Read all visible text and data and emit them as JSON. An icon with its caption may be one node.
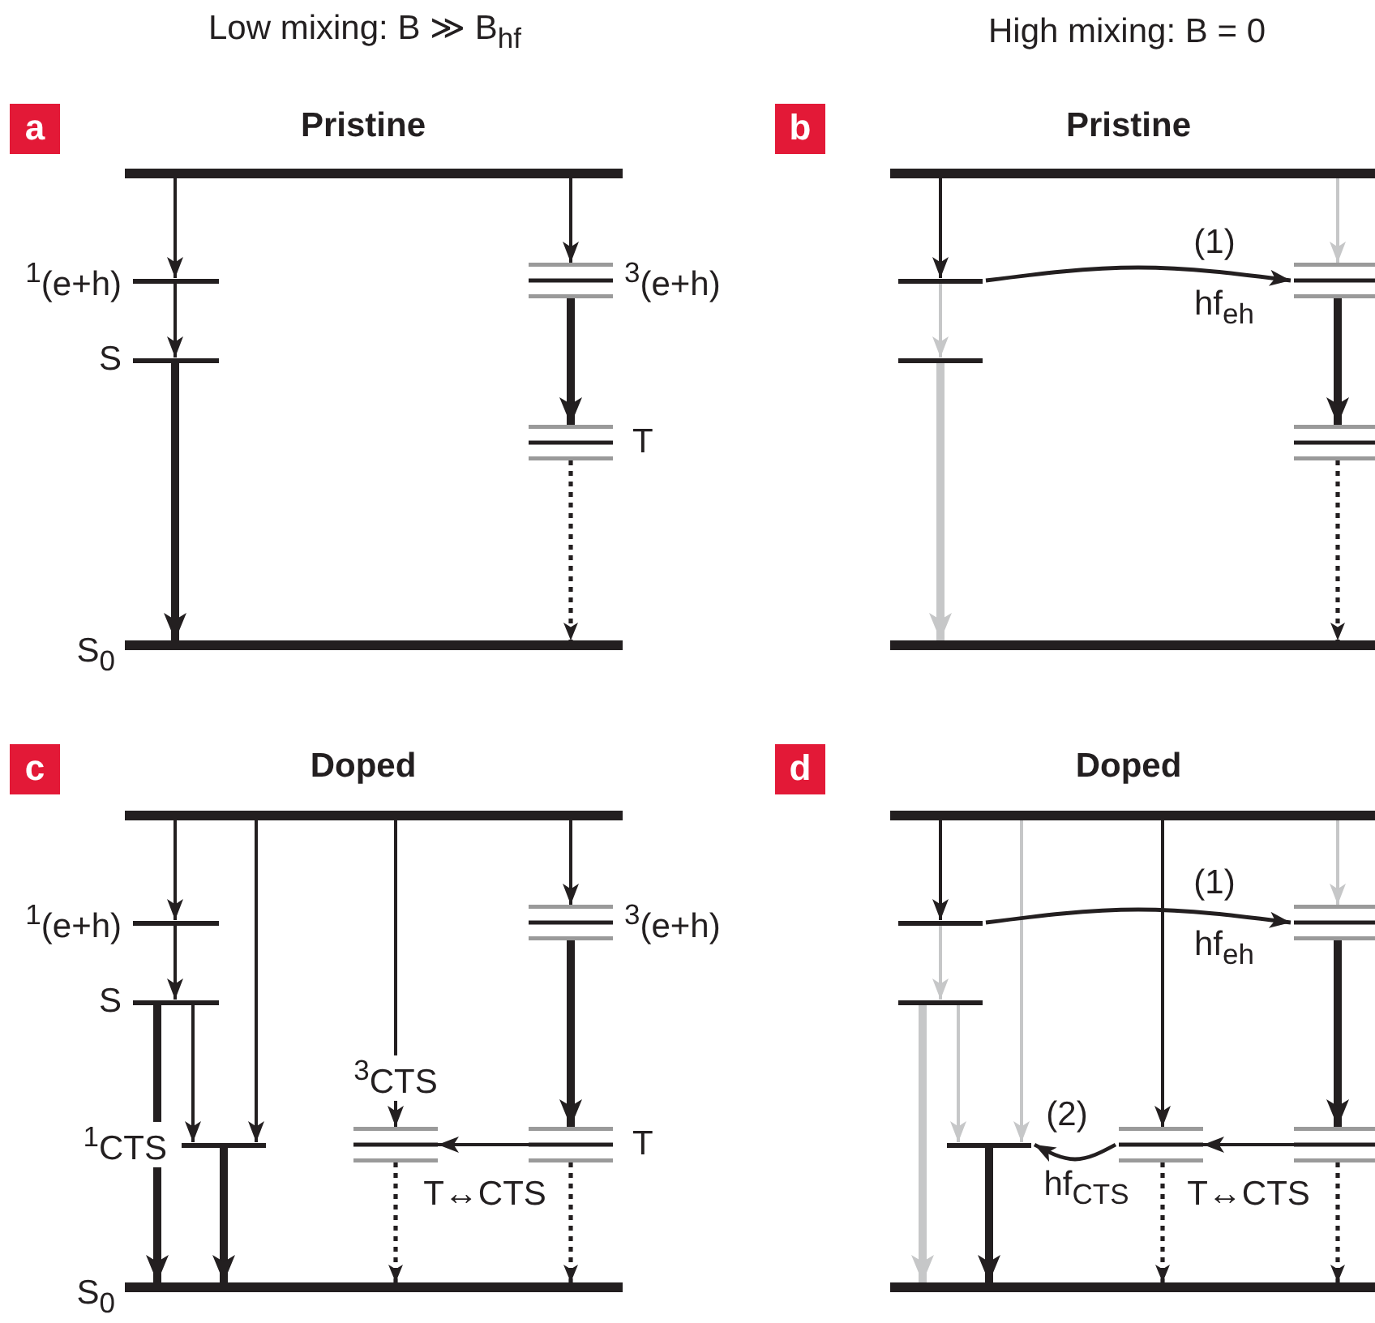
{
  "diagram": {
    "nodes": [
      {
        "text": [
          "a"
        ]
      },
      {
        "text": [],
        "shape": "bar"
      },
      {
        "text": [],
        "shape": "bar",
        "beside": [
          "$^{1}$(e+h)"
        ]
      },
      {
        "text": [],
        "shape": "lines",
        "beside": [
          "$^{3}$(e+h)"
        ]
      },
      {
        "text": [],
        "shape": "bar",
        "beside": [
          "S"
        ]
      },
      {
        "text": [],
        "shape": "lines",
        "beside": [
          "T"
        ]
      },
      {
        "text": [],
        "shape": "bar",
        "beside": [
          "S$_{0}$"
        ]
      },
      {
        "text": [
          "b"
        ]
      },
      {
        "text": [],
        "shape": "bar"
      },
      {
        "text": [],
        "shape": "bar"
      },
      {
        "text": [],
        "shape": "lines"
      },
      {
        "text": [],
        "shape": "bar"
      },
      {
        "text": [],
        "shape": "lines"
      },
      {
        "text": [],
        "shape": "bar"
      },
      {
        "text": [
          "c"
        ]
      },
      {
        "text": [],
        "shape": "bar"
      },
      {
        "text": [],
        "shape": "bar",
        "beside": [
          "$^{1}$(e+h)"
        ]
      },
      {
        "text": [],
        "shape": "lines",
        "beside": [
          "$^{3}$(e+h)"
        ]
      },
      {
        "text": [],
        "shape": "bar",
        "beside": [
          "S"
        ]
      },
      {
        "text": [],
        "shape": "bar",
        "beside": [
          "$^{1}$CTS"
        ]
      },
      {
        "text": [],
        "shape": "lines",
        "beside": [
          "$^{3}$CTS"
        ]
      },
      {
        "text": [],
        "shape": "lines",
        "beside": [
          "T"
        ]
      },
      {
        "text": [],
        "shape": "bar",
        "beside": [
          "S$_{0}$"
        ]
      },
      {
        "text": [
          "d"
        ]
      },
      {
        "text": [],
        "shape": "bar"
      },
      {
        "text": [],
        "shape": "bar"
      },
      {
        "text": [],
        "shape": "lines"
      },
      {
        "text": [],
        "shape": "bar"
      },
      {
        "text": [],
        "shape": "bar"
      },
      {
        "text": [],
        "shape": "lines"
      },
      {
        "text": [],
        "shape": "lines"
      },
      {
        "text": [],
        "shape": "bar"
      }
    ],
    "edges": [
      {
        "from": 1,
        "to": 2,
        "arrow": "to"
      },
      {
        "from": 2,
        "to": 4,
        "arrow": "to"
      },
      {
        "from": 4,
        "to": 6,
        "arrow": "to",
        "style": "thick"
      },
      {
        "from": 1,
        "to": 3,
        "arrow": "to"
      },
      {
        "from": 3,
        "to": 5,
        "arrow": "to",
        "style": "thick"
      },
      {
        "from": 5,
        "to": 6,
        "arrow": "to",
        "style": "dashed"
      },
      {
        "from": 8,
        "to": 9,
        "arrow": "to"
      },
      {
        "from": 9,
        "to": 11,
        "arrow": "to",
        "color": "#c6c7c8"
      },
      {
        "from": 11,
        "to": 13,
        "arrow": "to",
        "style": "thick",
        "color": "#c6c7c8"
      },
      {
        "from": 8,
        "to": 10,
        "arrow": "to",
        "color": "#c6c7c8"
      },
      {
        "from": 9,
        "to": 10,
        "arrow": "to",
        "label": "(1)"
      },
      {
        "from": 10,
        "to": 12,
        "arrow": "to",
        "style": "thick"
      },
      {
        "from": 12,
        "to": 13,
        "arrow": "to",
        "style": "dashed"
      },
      {
        "from": 15,
        "to": 16,
        "arrow": "to"
      },
      {
        "from": 16,
        "to": 18,
        "arrow": "to"
      },
      {
        "from": 18,
        "to": 22,
        "arrow": "to",
        "style": "thick"
      },
      {
        "from": 18,
        "to": 19,
        "arrow": "to"
      },
      {
        "from": 15,
        "to": 19,
        "arrow": "to"
      },
      {
        "from": 19,
        "to": 22,
        "arrow": "to",
        "style": "thick"
      },
      {
        "from": 15,
        "to": 20,
        "arrow": "to"
      },
      {
        "from": 20,
        "to": 22,
        "arrow": "to",
        "style": "dashed"
      },
      {
        "from": 15,
        "to": 17,
        "arrow": "to"
      },
      {
        "from": 17,
        "to": 21,
        "arrow": "to",
        "style": "thick"
      },
      {
        "from": 21,
        "to": 20,
        "arrow": "to",
        "label": "T↔CTS"
      },
      {
        "from": 21,
        "to": 22,
        "arrow": "to",
        "style": "dashed"
      },
      {
        "from": 24,
        "to": 25,
        "arrow": "to"
      },
      {
        "from": 25,
        "to": 27,
        "arrow": "to",
        "color": "#c6c7c8"
      },
      {
        "from": 27,
        "to": 31,
        "arrow": "to",
        "style": "thick",
        "color": "#c6c7c8"
      },
      {
        "from": 27,
        "to": 28,
        "arrow": "to",
        "color": "#c6c7c8"
      },
      {
        "from": 24,
        "to": 28,
        "arrow": "to",
        "color": "#c6c7c8"
      },
      {
        "from": 28,
        "to": 31,
        "arrow": "to",
        "style": "thick"
      },
      {
        "from": 24,
        "to": 29,
        "arrow": "to"
      },
      {
        "from": 25,
        "to": 26,
        "arrow": "to",
        "label": "(1)"
      },
      {
        "from": 24,
        "to": 26,
        "arrow": "to",
        "color": "#c6c7c8"
      },
      {
        "from": 26,
        "to": 30,
        "arrow": "to",
        "style": "thick"
      },
      {
        "from": 30,
        "to": 29,
        "arrow": "to",
        "label": "T↔CTS"
      },
      {
        "from": 29,
        "to": 28,
        "arrow": "to",
        "label": "(2)"
      },
      {
        "from": 29,
        "to": 31,
        "arrow": "to",
        "style": "dashed"
      },
      {
        "from": 30,
        "to": 31,
        "arrow": "to",
        "style": "dashed"
      }
    ],
    "labels": [
      "Low mixing: B ≫ B$_{hf}$",
      "High mixing: B = 0",
      "Pristine",
      "Pristine",
      "hf$_{eh}$",
      "Doped",
      "Doped",
      "hf$_{eh}$",
      "hf$_{CTS}$"
    ]
  }
}
